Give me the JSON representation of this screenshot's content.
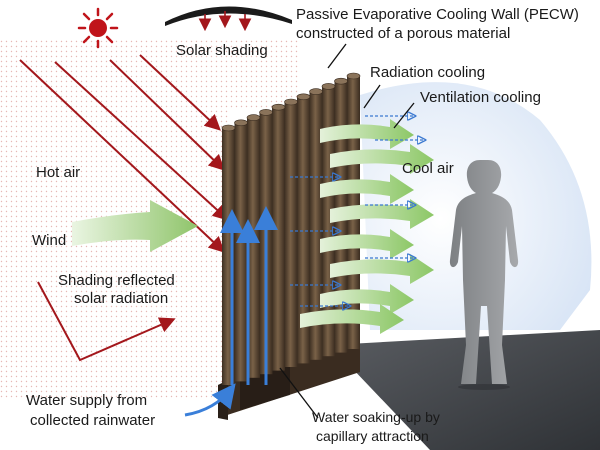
{
  "labels": {
    "title_line1": "Passive Evaporative Cooling Wall (PECW)",
    "title_line2": "constructed of a porous material",
    "solar_shading": "Solar shading",
    "radiation_cooling": "Radiation cooling",
    "ventilation_cooling": "Ventilation cooling",
    "cool_air": "Cool air",
    "hot_air": "Hot air",
    "wind": "Wind",
    "shading_line1": "Shading reflected",
    "shading_line2": "solar radiation",
    "water_supply_line1": "Water supply from",
    "water_supply_line2": "collected rainwater",
    "soaking_line1": "Water soaking-up by",
    "soaking_line2": "capillary attraction"
  },
  "colors": {
    "sun": "#c0141a",
    "solar_ray": "#a3171c",
    "wall": "#5f4a36",
    "water_arrow": "#3a7fd9",
    "ventilation_arrow": "#9fcf7f",
    "radiation_arrow": "#3a78d0",
    "cool_zone": "#dfe9f7",
    "person": "#8f9295",
    "floor": "#4a4d52"
  },
  "icons": {
    "sun": "sun-icon",
    "person": "person-silhouette",
    "canopy": "shading-canopy"
  }
}
